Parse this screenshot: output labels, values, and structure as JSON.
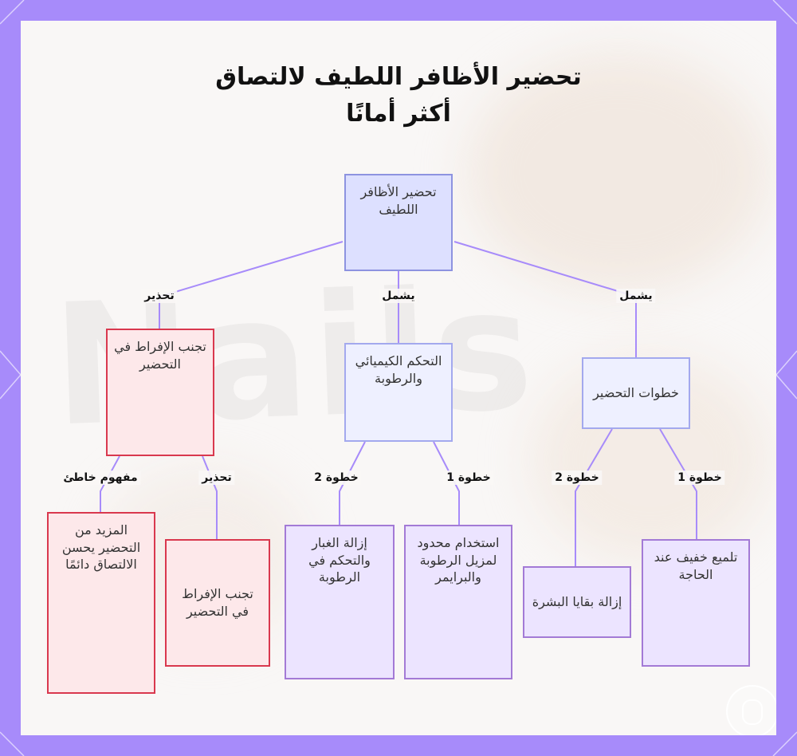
{
  "title_lines": [
    "تحضير الأظافر اللطيف لالتصاق",
    "أكثر أمانًا"
  ],
  "nodes": {
    "root": "تحضير الأظافر اللطيف",
    "avoid_over": "تجنب الإفراط في التحضير",
    "chem_control": "التحكم الكيميائي والرطوبة",
    "prep_steps": "خطوات التحضير",
    "misconception": "المزيد من التحضير يحسن الالتصاق دائمًا",
    "avoid_over_2": "تجنب الإفراط في التحضير",
    "dust_humidity": "إزالة الغبار والتحكم في الرطوبة",
    "limited_use": "استخدام محدود لمزيل الرطوبة والبرايمر",
    "remove_skin": "إزالة بقايا البشرة",
    "light_buff": "تلميع خفيف عند الحاجة"
  },
  "edge_labels": {
    "warning_1": "تحذير",
    "includes_1": "يشمل",
    "includes_2": "يشمل",
    "misconception": "مفهوم خاطئ",
    "warning_2": "تحذير",
    "chem_step2": "خطوة 2",
    "chem_step1": "خطوة 1",
    "prep_step2": "خطوة 2",
    "prep_step1": "خطوة 1"
  },
  "watermark": "Nails",
  "colors": {
    "frame": "#a78bfa",
    "edge": "#a78bfa",
    "root_fill": "#dde0ff",
    "warning_border": "#d9384e",
    "leaf_fill": "#ece4ff"
  }
}
